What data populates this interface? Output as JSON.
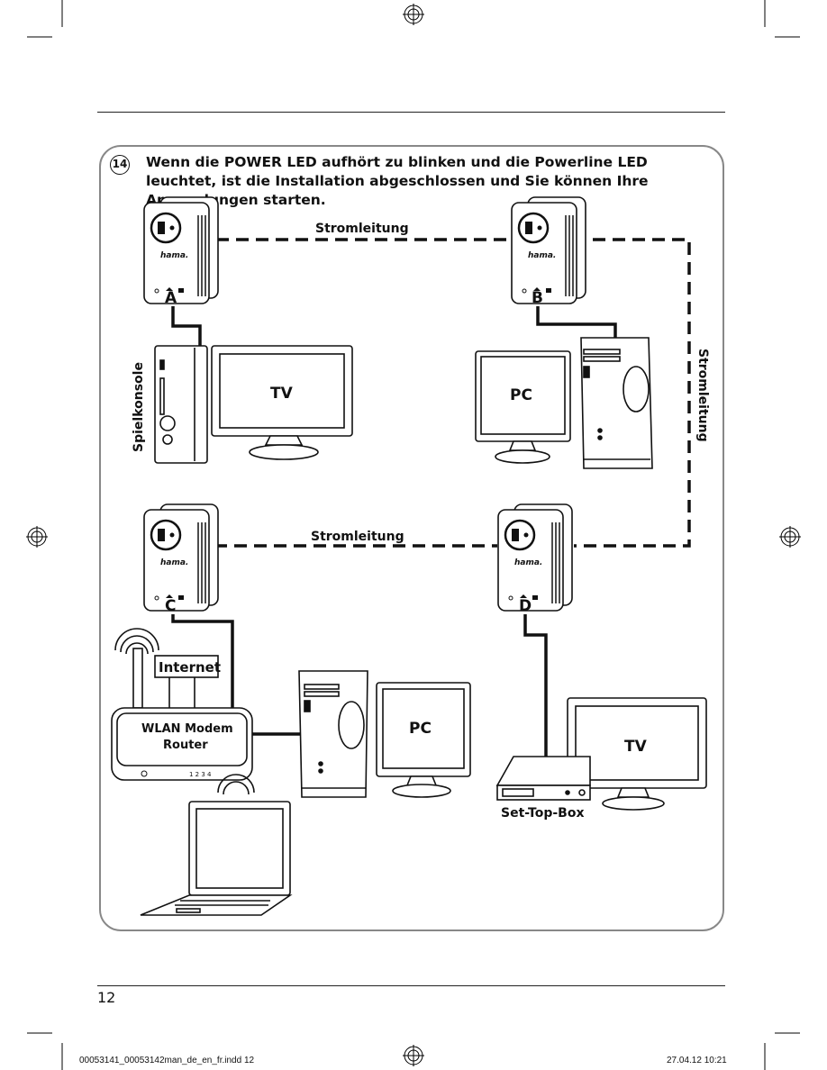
{
  "header": {
    "step_number": "14",
    "instruction": "Wenn die POWER LED aufhört zu blinken und die Powerline LED leuchtet, ist die Installation abgeschlossen und Sie können Ihre Anwendungen starten."
  },
  "diagram": {
    "adapters": [
      {
        "letter": "A",
        "brand": "hama."
      },
      {
        "letter": "B",
        "brand": "hama."
      },
      {
        "letter": "C",
        "brand": "hama."
      },
      {
        "letter": "D",
        "brand": "hama."
      }
    ],
    "powerline_labels": {
      "top": "Stromleitung",
      "right": "Stromleitung",
      "middle": "Stromleitung"
    },
    "devices": {
      "console": "Spielkonsole",
      "tv_top": "TV",
      "pc_top": "PC",
      "router_line1": "WLAN Modem",
      "router_line2": "Router",
      "router_ports": "1  2  3  4",
      "internet": "Internet",
      "pc_bottom": "PC",
      "tv_bottom": "TV",
      "settopbox": "Set-Top-Box"
    }
  },
  "page": {
    "number": "12",
    "footer_left": "00053141_00053142man_de_en_fr.indd   12",
    "footer_right": "27.04.12   10:21"
  }
}
